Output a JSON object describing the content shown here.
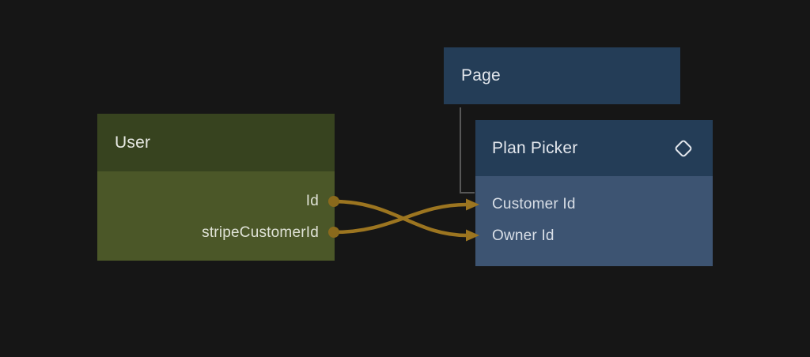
{
  "colors": {
    "background": "#161616",
    "user_header": "#37431f",
    "user_body": "#4b5728",
    "blue_header": "#243d57",
    "blue_body": "#3d5472",
    "edge": "#9c7520",
    "port_dot": "#8a691c",
    "hierarchy_line": "#575757",
    "icon_stroke": "#e3e7ed"
  },
  "nodes": {
    "user": {
      "title": "User",
      "fields": [
        "Id",
        "stripeCustomerId"
      ]
    },
    "page": {
      "title": "Page"
    },
    "plan_picker": {
      "title": "Plan Picker",
      "icon": "diamond-icon",
      "fields": [
        "Customer Id",
        "Owner Id"
      ]
    }
  },
  "edges": [
    {
      "from": "User.Id",
      "to": "Plan Picker.Owner Id",
      "type": "data-binding"
    },
    {
      "from": "User.stripeCustomerId",
      "to": "Plan Picker.Customer Id",
      "type": "data-binding"
    },
    {
      "from": "Page",
      "to": "Plan Picker",
      "type": "hierarchy"
    }
  ]
}
